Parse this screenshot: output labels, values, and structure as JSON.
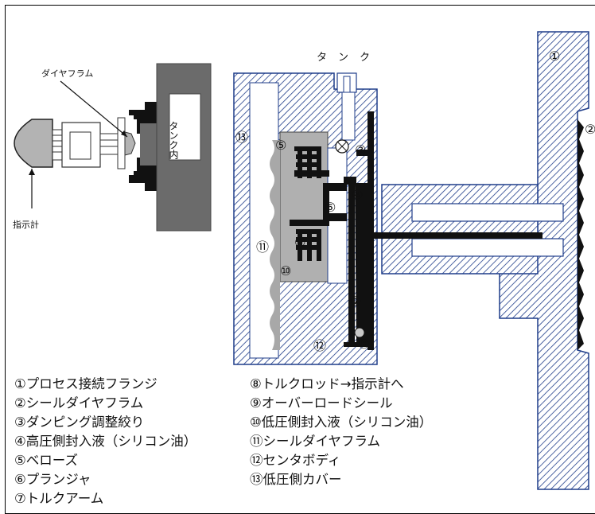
{
  "labels": {
    "diaphragm": "ダイヤフラム",
    "tank_interior": "タンク内",
    "indicator": "指示計",
    "tank": "タンク"
  },
  "numbers": {
    "n1": "①",
    "n2": "②",
    "n3": "③",
    "n4": "④",
    "n5": "⑤",
    "n6": "⑥",
    "n7": "⑦",
    "n8": "⑧",
    "n9": "⑨",
    "n10": "⑩",
    "n11": "⑪",
    "n12": "⑫",
    "n13": "⑬"
  },
  "legend": {
    "left": [
      "①プロセス接続フランジ",
      "②シールダイヤフラム",
      "③ダンピング調整絞り",
      "④高圧側封入液（シリコン油）",
      "⑤ベローズ",
      "⑥プランジャ",
      "⑦トルクアーム"
    ],
    "right": [
      "⑧トルクロッド→指示計へ",
      "⑨オーバーロードシール",
      "⑩低圧側封入液（シリコン油）",
      "⑪シールダイヤフラム",
      "⑫センタボディ",
      "⑬低圧側カバー"
    ]
  }
}
